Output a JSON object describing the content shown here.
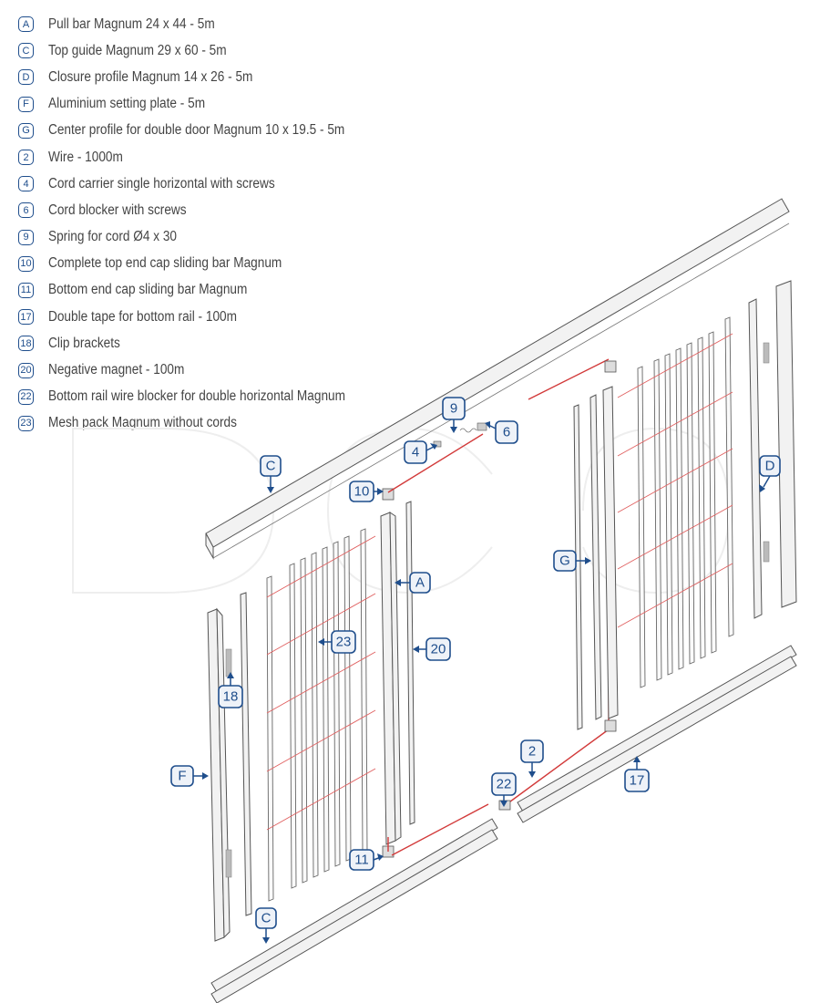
{
  "parts": [
    {
      "code": "A",
      "label": "Pull bar Magnum 24 x 44 - 5m"
    },
    {
      "code": "C",
      "label": "Top guide Magnum 29 x 60 - 5m"
    },
    {
      "code": "D",
      "label": "Closure profile Magnum 14 x 26 - 5m"
    },
    {
      "code": "F",
      "label": "Aluminium setting plate - 5m"
    },
    {
      "code": "G",
      "label": "Center profile for double door Magnum 10 x 19.5 - 5m"
    },
    {
      "code": "2",
      "label": "Wire - 1000m"
    },
    {
      "code": "4",
      "label": "Cord carrier single horizontal with screws"
    },
    {
      "code": "6",
      "label": "Cord blocker with screws"
    },
    {
      "code": "9",
      "label": "Spring for cord Ø4 x 30"
    },
    {
      "code": "10",
      "label": "Complete top end cap sliding bar Magnum"
    },
    {
      "code": "11",
      "label": "Bottom end cap sliding bar Magnum"
    },
    {
      "code": "17",
      "label": "Double tape for bottom rail - 100m"
    },
    {
      "code": "18",
      "label": "Clip brackets"
    },
    {
      "code": "20",
      "label": "Negative magnet - 100m"
    },
    {
      "code": "22",
      "label": "Bottom rail wire blocker for double horizontal Magnum"
    },
    {
      "code": "23",
      "label": "Mesh pack Magnum without cords"
    }
  ],
  "callouts": {
    "c_top": "C",
    "c_bottom": "C",
    "d": "D",
    "a": "A",
    "g": "G",
    "f": "F",
    "n2": "2",
    "n4": "4",
    "n6": "6",
    "n9": "9",
    "n10": "10",
    "n11": "11",
    "n17": "17",
    "n18": "18",
    "n20": "20",
    "n22": "22",
    "n23": "23"
  },
  "colors": {
    "callout_border": "#1f4e8c",
    "callout_fill": "#eef2f8",
    "wire": "#d23a3a",
    "text": "#444444"
  }
}
